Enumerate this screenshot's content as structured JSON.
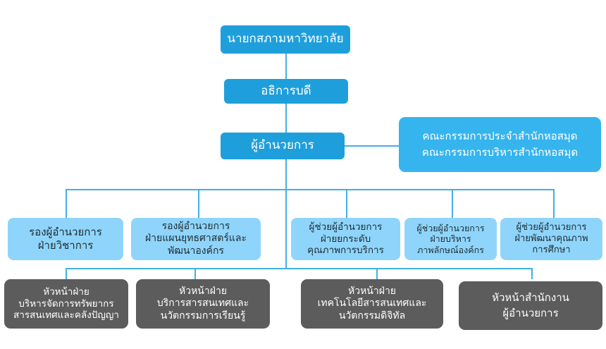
{
  "top": {
    "university_council": "นายกสภามหาวิทยาลัย",
    "president": "อธิการบดี",
    "director": "ผู้อำนวยการ"
  },
  "committees": {
    "line1": "คณะกรรมการประจำสำนักหอสมุด",
    "line2": "คณะกรรมการบริหารสำนักหอสมุด"
  },
  "deputies": [
    {
      "lines": [
        "รองผู้อำนวยการ",
        "ฝ่ายวิชาการ"
      ]
    },
    {
      "lines": [
        "รองผู้อำนวยการ",
        "ฝ่ายแผนยุทธศาสตร์และ",
        "พัฒนาองค์กร"
      ]
    },
    {
      "lines": [
        "ผู้ช่วยผู้อำนวยการ",
        "ฝ่ายยกระดับ",
        "คุณภาพการบริการ"
      ]
    },
    {
      "lines": [
        "ผู้ช่วยผู้อำนวยการ",
        "ฝ่ายบริหาร",
        "ภาพลักษณ์องค์กร"
      ]
    },
    {
      "lines": [
        "ผู้ช่วยผู้อำนวยการ",
        "ฝ่ายพัฒนาคุณภาพ",
        "การศึกษา"
      ]
    }
  ],
  "heads": [
    {
      "lines": [
        "หัวหน้าฝ่าย",
        "บริหารจัดการทรัพยากร",
        "สารสนเทศและคลังปัญญา"
      ]
    },
    {
      "lines": [
        "หัวหน้าฝ่าย",
        "บริการสารสนเทศและ",
        "นวัตกรรมการเรียนรู้"
      ]
    },
    {
      "lines": [
        "หัวหน้าฝ่าย",
        "เทคโนโลยีสารสนเทศและ",
        "นวัตกรรมดิจิทัล"
      ]
    },
    {
      "lines": [
        "หัวหน้าสำนักงาน",
        "ผู้อำนวยการ"
      ]
    }
  ],
  "colors": {
    "primary": "#1e9fdb",
    "secondary": "#36b4ee",
    "light": "#8fd5fb",
    "gray": "#5c5c5c",
    "connector": "#45aee4"
  }
}
